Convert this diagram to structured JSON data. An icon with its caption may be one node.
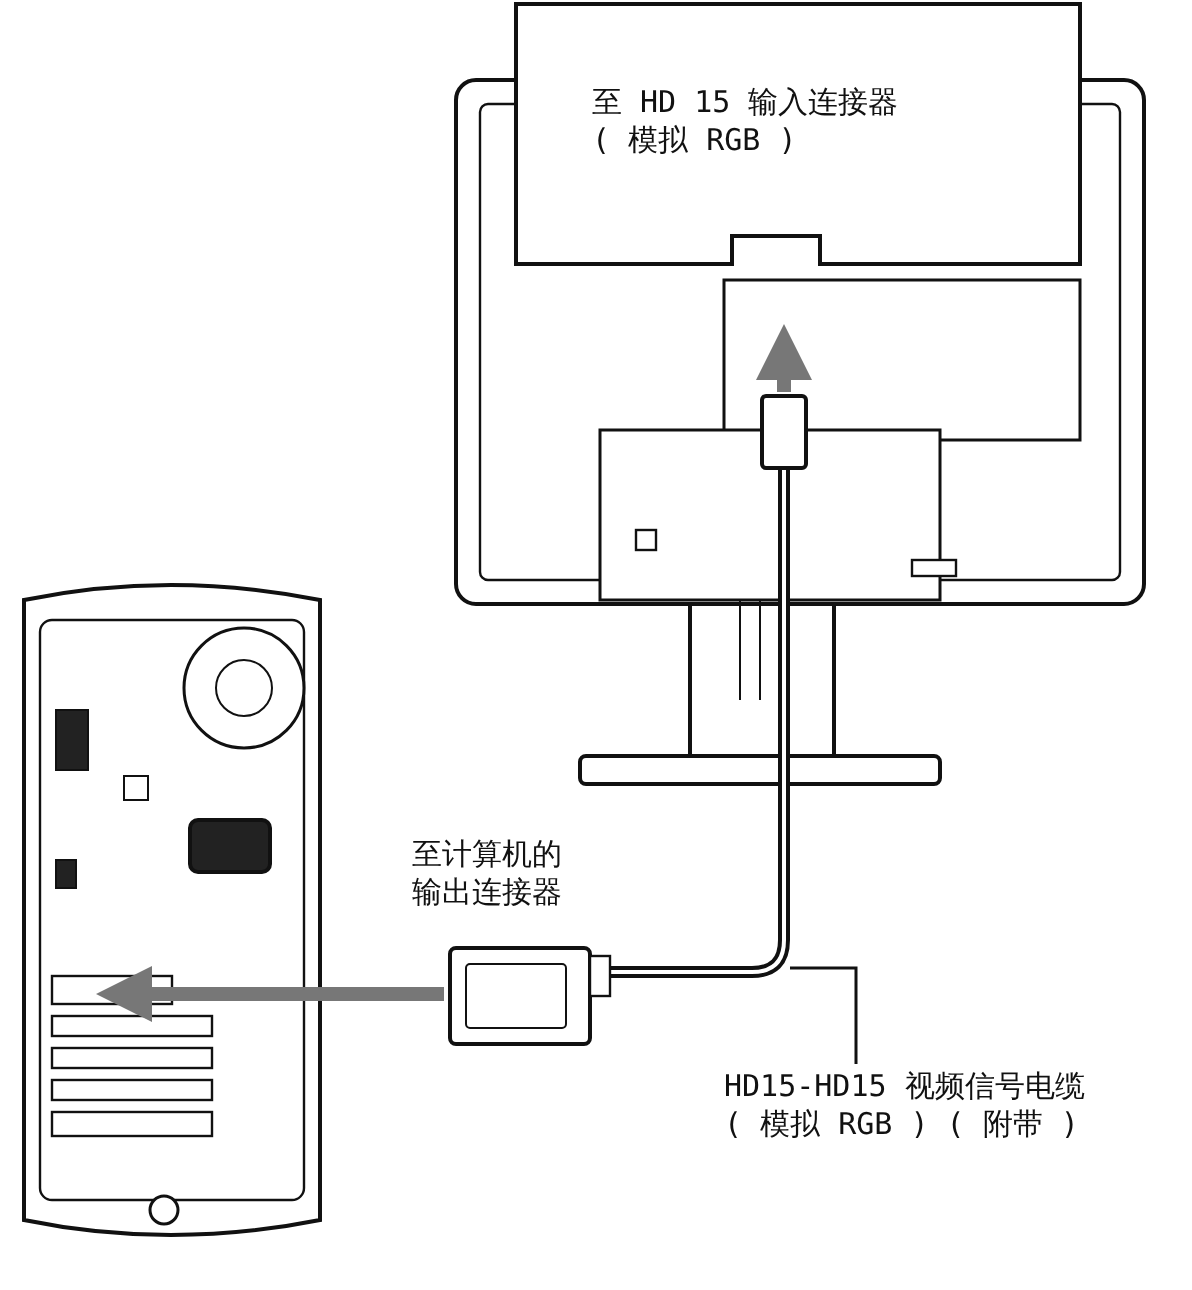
{
  "diagram": {
    "nodes": [
      {
        "text": [
          "HD15-HD15 视频信号电缆 ( 模拟 RGB ) ( 附带 )"
        ]
      },
      {
        "text": [],
        "shape": "cable"
      }
    ],
    "edges": [
      {
        "from": 0,
        "to": 1,
        "arrow": "none"
      }
    ],
    "labels": [
      "至 HD 15 输入连接器 ( 模拟 RGB )",
      "至计算机的输出连接器"
    ]
  }
}
